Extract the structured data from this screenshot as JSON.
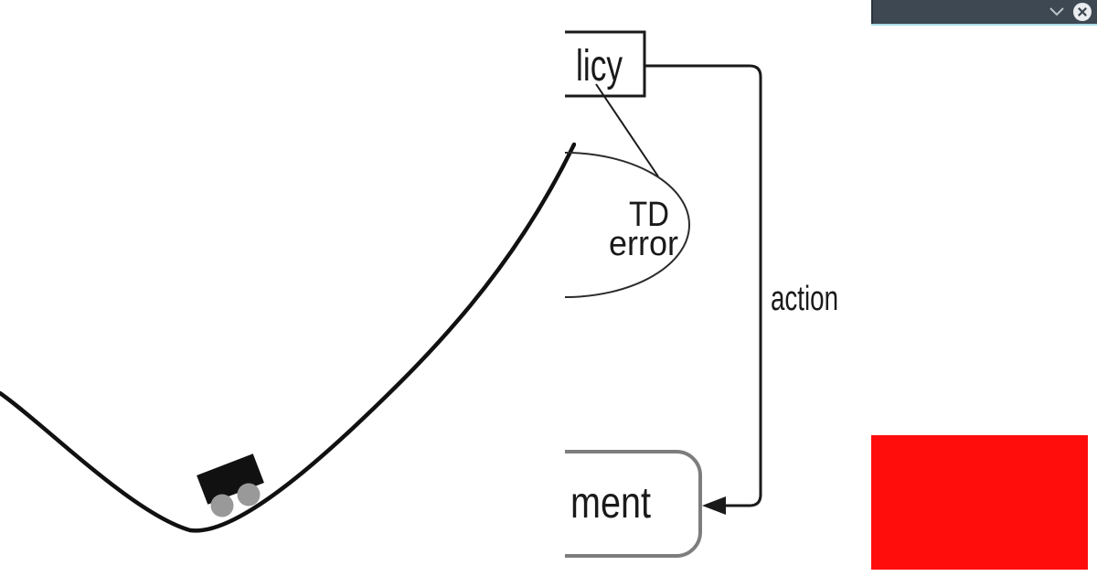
{
  "window": {
    "background": "#ffffff"
  },
  "mountain_car_figure": {
    "curve_color": "#111111",
    "car_body_color": "#111111",
    "car_wheel_color": "#999999"
  },
  "actor_critic_diagram": {
    "line_color": "#1a1a1a",
    "text_color": "#1a1a1a",
    "oval_line_color": "#2b2b2b",
    "policy_box_visible_label": "licy",
    "td_error_label_line1": "TD",
    "td_error_label_line2": "error",
    "action_label": "action",
    "environment_box_visible_label": "ment",
    "environment_border_color": "#7d7d7d"
  },
  "right_panel": {
    "titlebar_background": "#3d4852",
    "titlebar_accent_color": "#a9dde9",
    "icon_color": "#bcc3c8",
    "chevron_down_glyph": "∨",
    "close_glyph": "✕",
    "close_circle_color": "#e9edef",
    "close_cross_color": "#3d4852",
    "red_box_color": "#ff0d0d"
  }
}
